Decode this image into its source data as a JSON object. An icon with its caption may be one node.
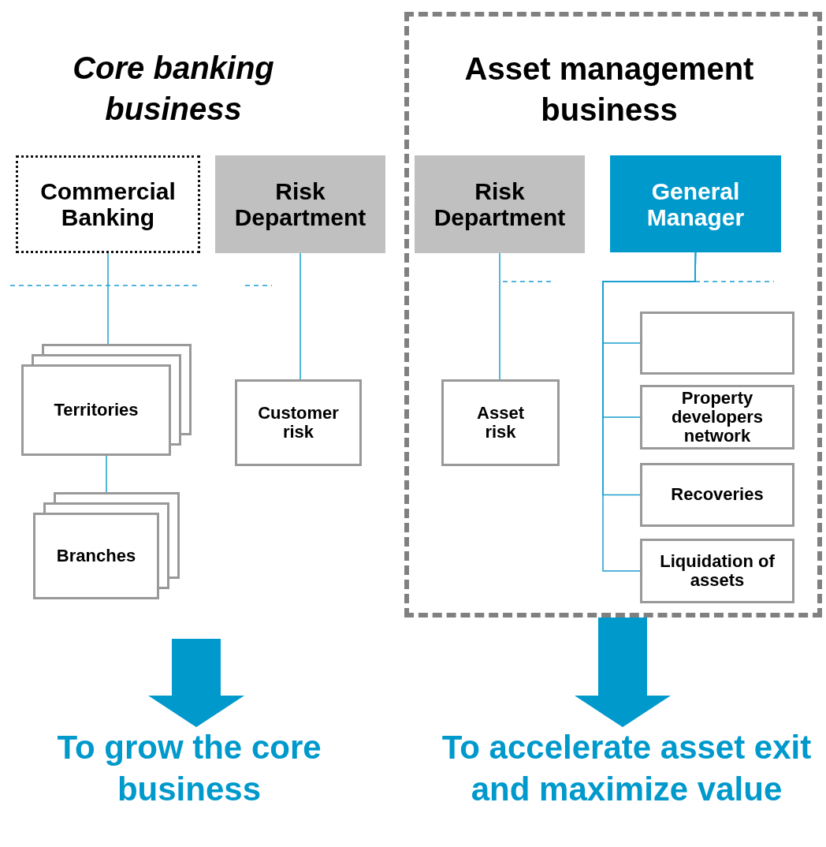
{
  "diagram": {
    "nodes": [
      {
        "text": [
          "Commercial Banking"
        ]
      },
      {
        "text": [
          "Risk Department"
        ]
      },
      {
        "text": [
          "Asset management business"
        ]
      },
      {
        "text": [
          "Risk Department"
        ],
        "in": 2
      },
      {
        "text": [
          "General Manager"
        ],
        "in": 2
      },
      {
        "text": [
          "Territories"
        ]
      },
      {
        "text": [
          "Customer risk"
        ]
      },
      {
        "text": [
          "Asset risk"
        ],
        "in": 2
      },
      {
        "text": [],
        "shape": "box",
        "in": 2
      },
      {
        "text": [
          "Property developers network"
        ],
        "in": 2
      },
      {
        "text": [
          "Recoveries"
        ],
        "in": 2
      },
      {
        "text": [
          "Branches"
        ]
      },
      {
        "text": [
          "Liquidation of assets"
        ],
        "in": 2
      },
      {
        "text": [
          "To grow the core business"
        ]
      },
      {
        "text": [
          "To accelerate asset exit and maximize value"
        ]
      }
    ],
    "edges": [
      {
        "from": 0,
        "to": 5,
        "arrow": "none"
      },
      {
        "from": 1,
        "to": 6,
        "arrow": "none"
      },
      {
        "from": 3,
        "to": 7,
        "arrow": "none"
      },
      {
        "from": 4,
        "to": 8,
        "arrow": "none"
      },
      {
        "from": 4,
        "to": 9,
        "arrow": "none"
      },
      {
        "from": 4,
        "to": 10,
        "arrow": "none"
      },
      {
        "from": 4,
        "to": 12,
        "arrow": "none"
      },
      {
        "from": 5,
        "to": 11,
        "arrow": "none"
      },
      {
        "from": null,
        "to": 13,
        "arrow": "to",
        "style": "thick"
      },
      {
        "from": 2,
        "to": 14,
        "arrow": "to",
        "style": "thick"
      }
    ],
    "labels": [
      "Core banking business"
    ]
  }
}
